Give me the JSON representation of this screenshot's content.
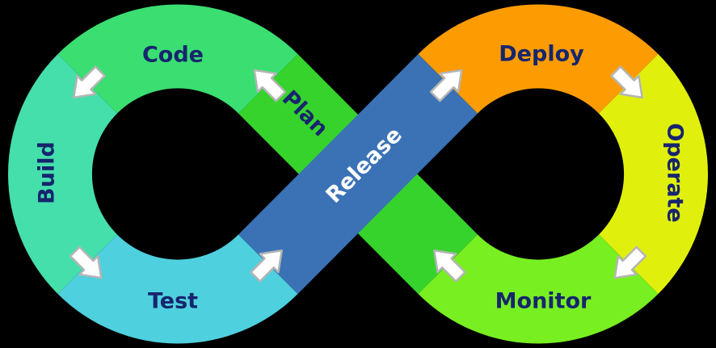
{
  "diagram": {
    "type": "devops-infinity-loop",
    "segments": {
      "plan": {
        "label": "Plan",
        "color": "#36d32c"
      },
      "code": {
        "label": "Code",
        "color": "#3ade71"
      },
      "build": {
        "label": "Build",
        "color": "#45dfab"
      },
      "test": {
        "label": "Test",
        "color": "#4fd0de"
      },
      "release": {
        "label": "Release",
        "color": "#3b72b5"
      },
      "deploy": {
        "label": "Deploy",
        "color": "#fd9c02"
      },
      "operate": {
        "label": "Operate",
        "color": "#e0f00c"
      },
      "monitor": {
        "label": "Monitor",
        "color": "#78ef21"
      }
    },
    "flow_order": [
      "Plan",
      "Code",
      "Build",
      "Test",
      "Release",
      "Deploy",
      "Operate",
      "Monitor"
    ]
  },
  "colors": {
    "bg": "#000000",
    "label": "#16256e",
    "label-light": "#ffffff",
    "arrow-fill": "#ffffff",
    "arrow-stroke": "#b5b5b5"
  }
}
